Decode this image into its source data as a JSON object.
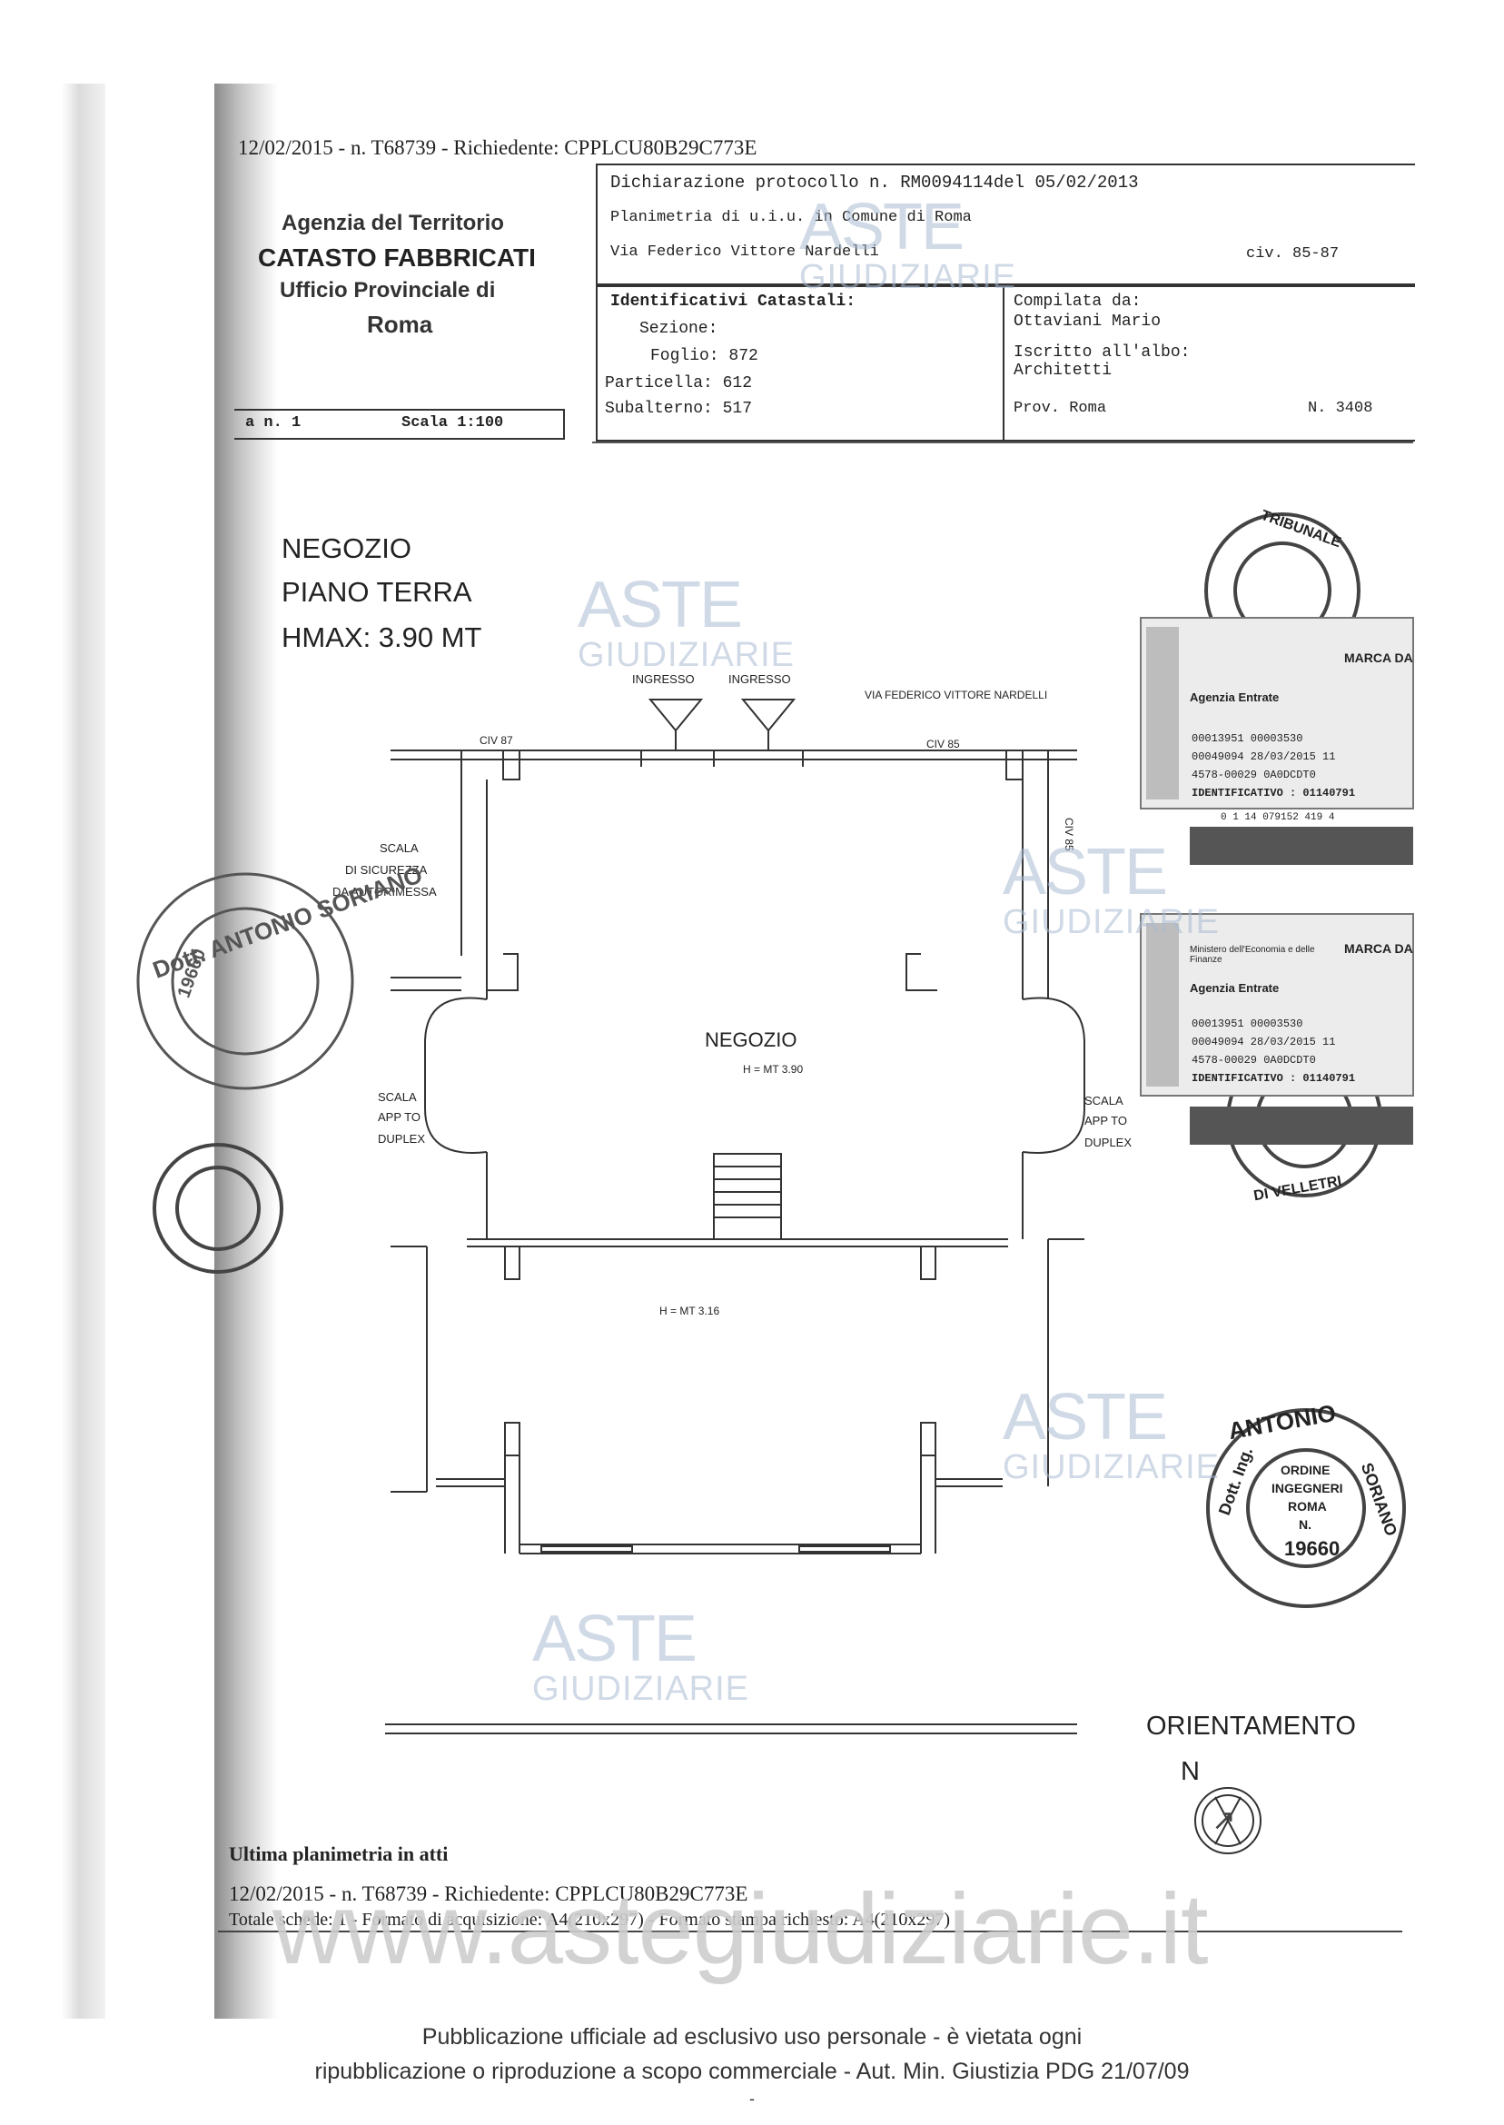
{
  "header": {
    "top_line": "12/02/2015 - n. T68739 - Richiedente: CPPLCU80B29C773E",
    "dichiarazione": "Dichiarazione protocollo n. RM0094114del  05/02/2013",
    "planimetria": "Planimetria di u.i.u. in Comune di Roma",
    "indirizzo": "Via Federico Vittore Nardelli",
    "civico": "civ. 85-87",
    "agenzia_line1": "Agenzia del Territorio",
    "agenzia_line2": "CATASTO FABBRICATI",
    "agenzia_line3": "Ufficio Provinciale di",
    "agenzia_line4": "Roma",
    "identificativi_label": "Identificativi Catastali:",
    "sezione": "Sezione:",
    "foglio": "Foglio: 872",
    "particella": "Particella: 612",
    "subalterno": "Subalterno: 517",
    "compilata_label": "Compilata da:",
    "compilata_nome": "Ottaviani Mario",
    "iscritto_label": "Iscritto all'albo:",
    "iscritto_albo": "Architetti",
    "prov": "Prov. Roma",
    "numero": "N. 3408",
    "scheda": "a n. 1",
    "scala": "Scala 1:100"
  },
  "plan": {
    "title_line1": "NEGOZIO",
    "title_line2": "PIANO TERRA",
    "title_line3": "HMAX: 3.90 MT",
    "ingresso1": "INGRESSO",
    "ingresso2": "INGRESSO",
    "via": "VIA FEDERICO VITTORE NARDELLI",
    "civ87": "CIV 87",
    "civ85_top": "CIV 85",
    "civ85_side": "CIV 85",
    "scala_sicurezza_1": "SCALA",
    "scala_sicurezza_2": "DI SICUREZZA",
    "scala_sicurezza_3": "DA AUTORIMESSA",
    "room_name": "NEGOZIO",
    "room_height": "H = MT 3.90",
    "scala_left_1": "SCALA",
    "scala_left_2": "APP TO",
    "scala_left_3": "DUPLEX",
    "scala_right_1": "SCALA",
    "scala_right_2": "APP TO",
    "scala_right_3": "DUPLEX",
    "lower_height": "H = MT 3.16",
    "orientamento": "ORIENTAMENTO",
    "north": "N"
  },
  "stamps": {
    "ing_left": "Dott. ANTONIO SORIANO",
    "ing_left_num": "19660",
    "ing_right_top": "ANTONIO",
    "ing_right_left": "Dott. Ing.",
    "ing_right_right": "SORIANO",
    "ing_right_center_1": "ORDINE",
    "ing_right_center_2": "INGEGNERI",
    "ing_right_center_3": "ROMA",
    "ing_right_center_4": "N.",
    "ing_right_num": "19660",
    "tribunale": "TRIBUNALE",
    "velletri": "DI VELLETRI",
    "marca_1": "MARCA DA",
    "marca_2": "MARCA DA",
    "agenzia_entrate": "Agenzia Entrate",
    "ministero": "Ministero dell'Economia e delle Finanze",
    "marca_code_1": "00013951  00003530",
    "marca_code_2": "00049094  28/03/2015 11",
    "marca_code_3": "4578-00029  0A0DCDT0",
    "identificativo": "IDENTIFICATIVO : 01140791",
    "barcode_num": "0 1 14 079152 419 4"
  },
  "watermarks": {
    "aste": "ASTE",
    "giudiziarie": "GIUDIZIARIE",
    "site": "www.astegiudiziarie.it"
  },
  "footer_scan": {
    "ultima": "Ultima planimetria in atti",
    "data_line": "12/02/2015 - n. T68739 - Richiedente: CPPLCU80B29C773E",
    "schede_line": "Totale schede: 1 - Formato di acquisizione: A4(210x297) - Formato stampa richiesto: A4(210x297)"
  },
  "notice": {
    "line1": "Pubblicazione ufficiale ad esclusivo uso personale - è vietata ogni",
    "line2": "ripubblicazione o riproduzione a scopo commerciale - Aut. Min. Giustizia PDG 21/07/09",
    "dash": "-"
  }
}
